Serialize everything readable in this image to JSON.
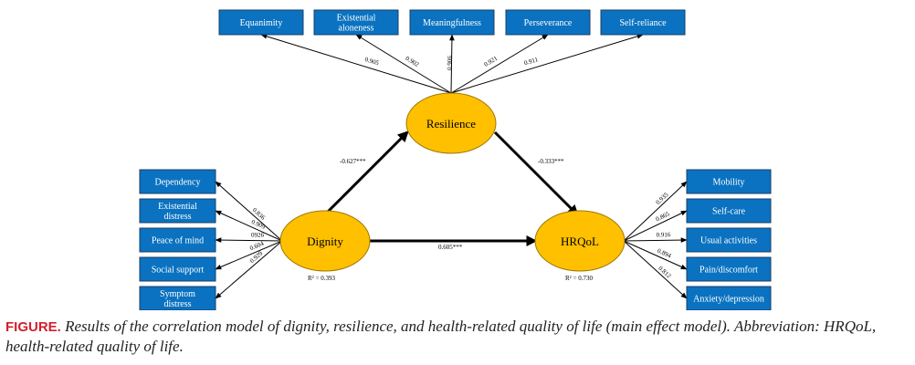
{
  "diagram": {
    "latents": {
      "resilience": {
        "label": "Resilience"
      },
      "dignity": {
        "label": "Dignity",
        "r2": "R² = 0.393"
      },
      "hrqol": {
        "label": "HRQoL",
        "r2": "R² = 0.730"
      }
    },
    "resilience_indicators": [
      {
        "lines": [
          "Equanimity"
        ],
        "loading": "0.905"
      },
      {
        "lines": [
          "Existential",
          "aloneness"
        ],
        "loading": "0.902"
      },
      {
        "lines": [
          "Meaningfulness"
        ],
        "loading": "0.906"
      },
      {
        "lines": [
          "Perseverance"
        ],
        "loading": "0.921"
      },
      {
        "lines": [
          "Self-reliance"
        ],
        "loading": "0.911"
      }
    ],
    "dignity_indicators": [
      {
        "lines": [
          "Dependency"
        ],
        "loading": "0.836"
      },
      {
        "lines": [
          "Existential",
          "distress"
        ],
        "loading": "0.909"
      },
      {
        "lines": [
          "Peace of mind"
        ],
        "loading": "0926"
      },
      {
        "lines": [
          "Social support"
        ],
        "loading": "0.604"
      },
      {
        "lines": [
          "Symptom",
          "distress"
        ],
        "loading": "0.929"
      }
    ],
    "hrqol_indicators": [
      {
        "lines": [
          "Mobility"
        ],
        "loading": "0.935"
      },
      {
        "lines": [
          "Self-care"
        ],
        "loading": "0.865"
      },
      {
        "lines": [
          "Usual activities"
        ],
        "loading": "0.916"
      },
      {
        "lines": [
          "Pain/discomfort"
        ],
        "loading": "0.894"
      },
      {
        "lines": [
          "Anxiety/depression"
        ],
        "loading": "0.812"
      }
    ],
    "paths": {
      "dignity_to_resilience": "-0.627***",
      "resilience_to_hrqol": "-0.333***",
      "dignity_to_hrqol": "0.605***"
    },
    "colors": {
      "indicator_fill": "#0a72c0",
      "indicator_border": "#1a3f6a",
      "latent_fill": "#ffc000",
      "latent_border": "#a07800",
      "caption_label": "#d11f2c"
    }
  },
  "caption": {
    "label": "FIGURE.",
    "text": " Results of the correlation model of dignity, resilience, and health-related quality of life (main effect model). Abbreviation: HRQoL, health-related quality of life."
  }
}
